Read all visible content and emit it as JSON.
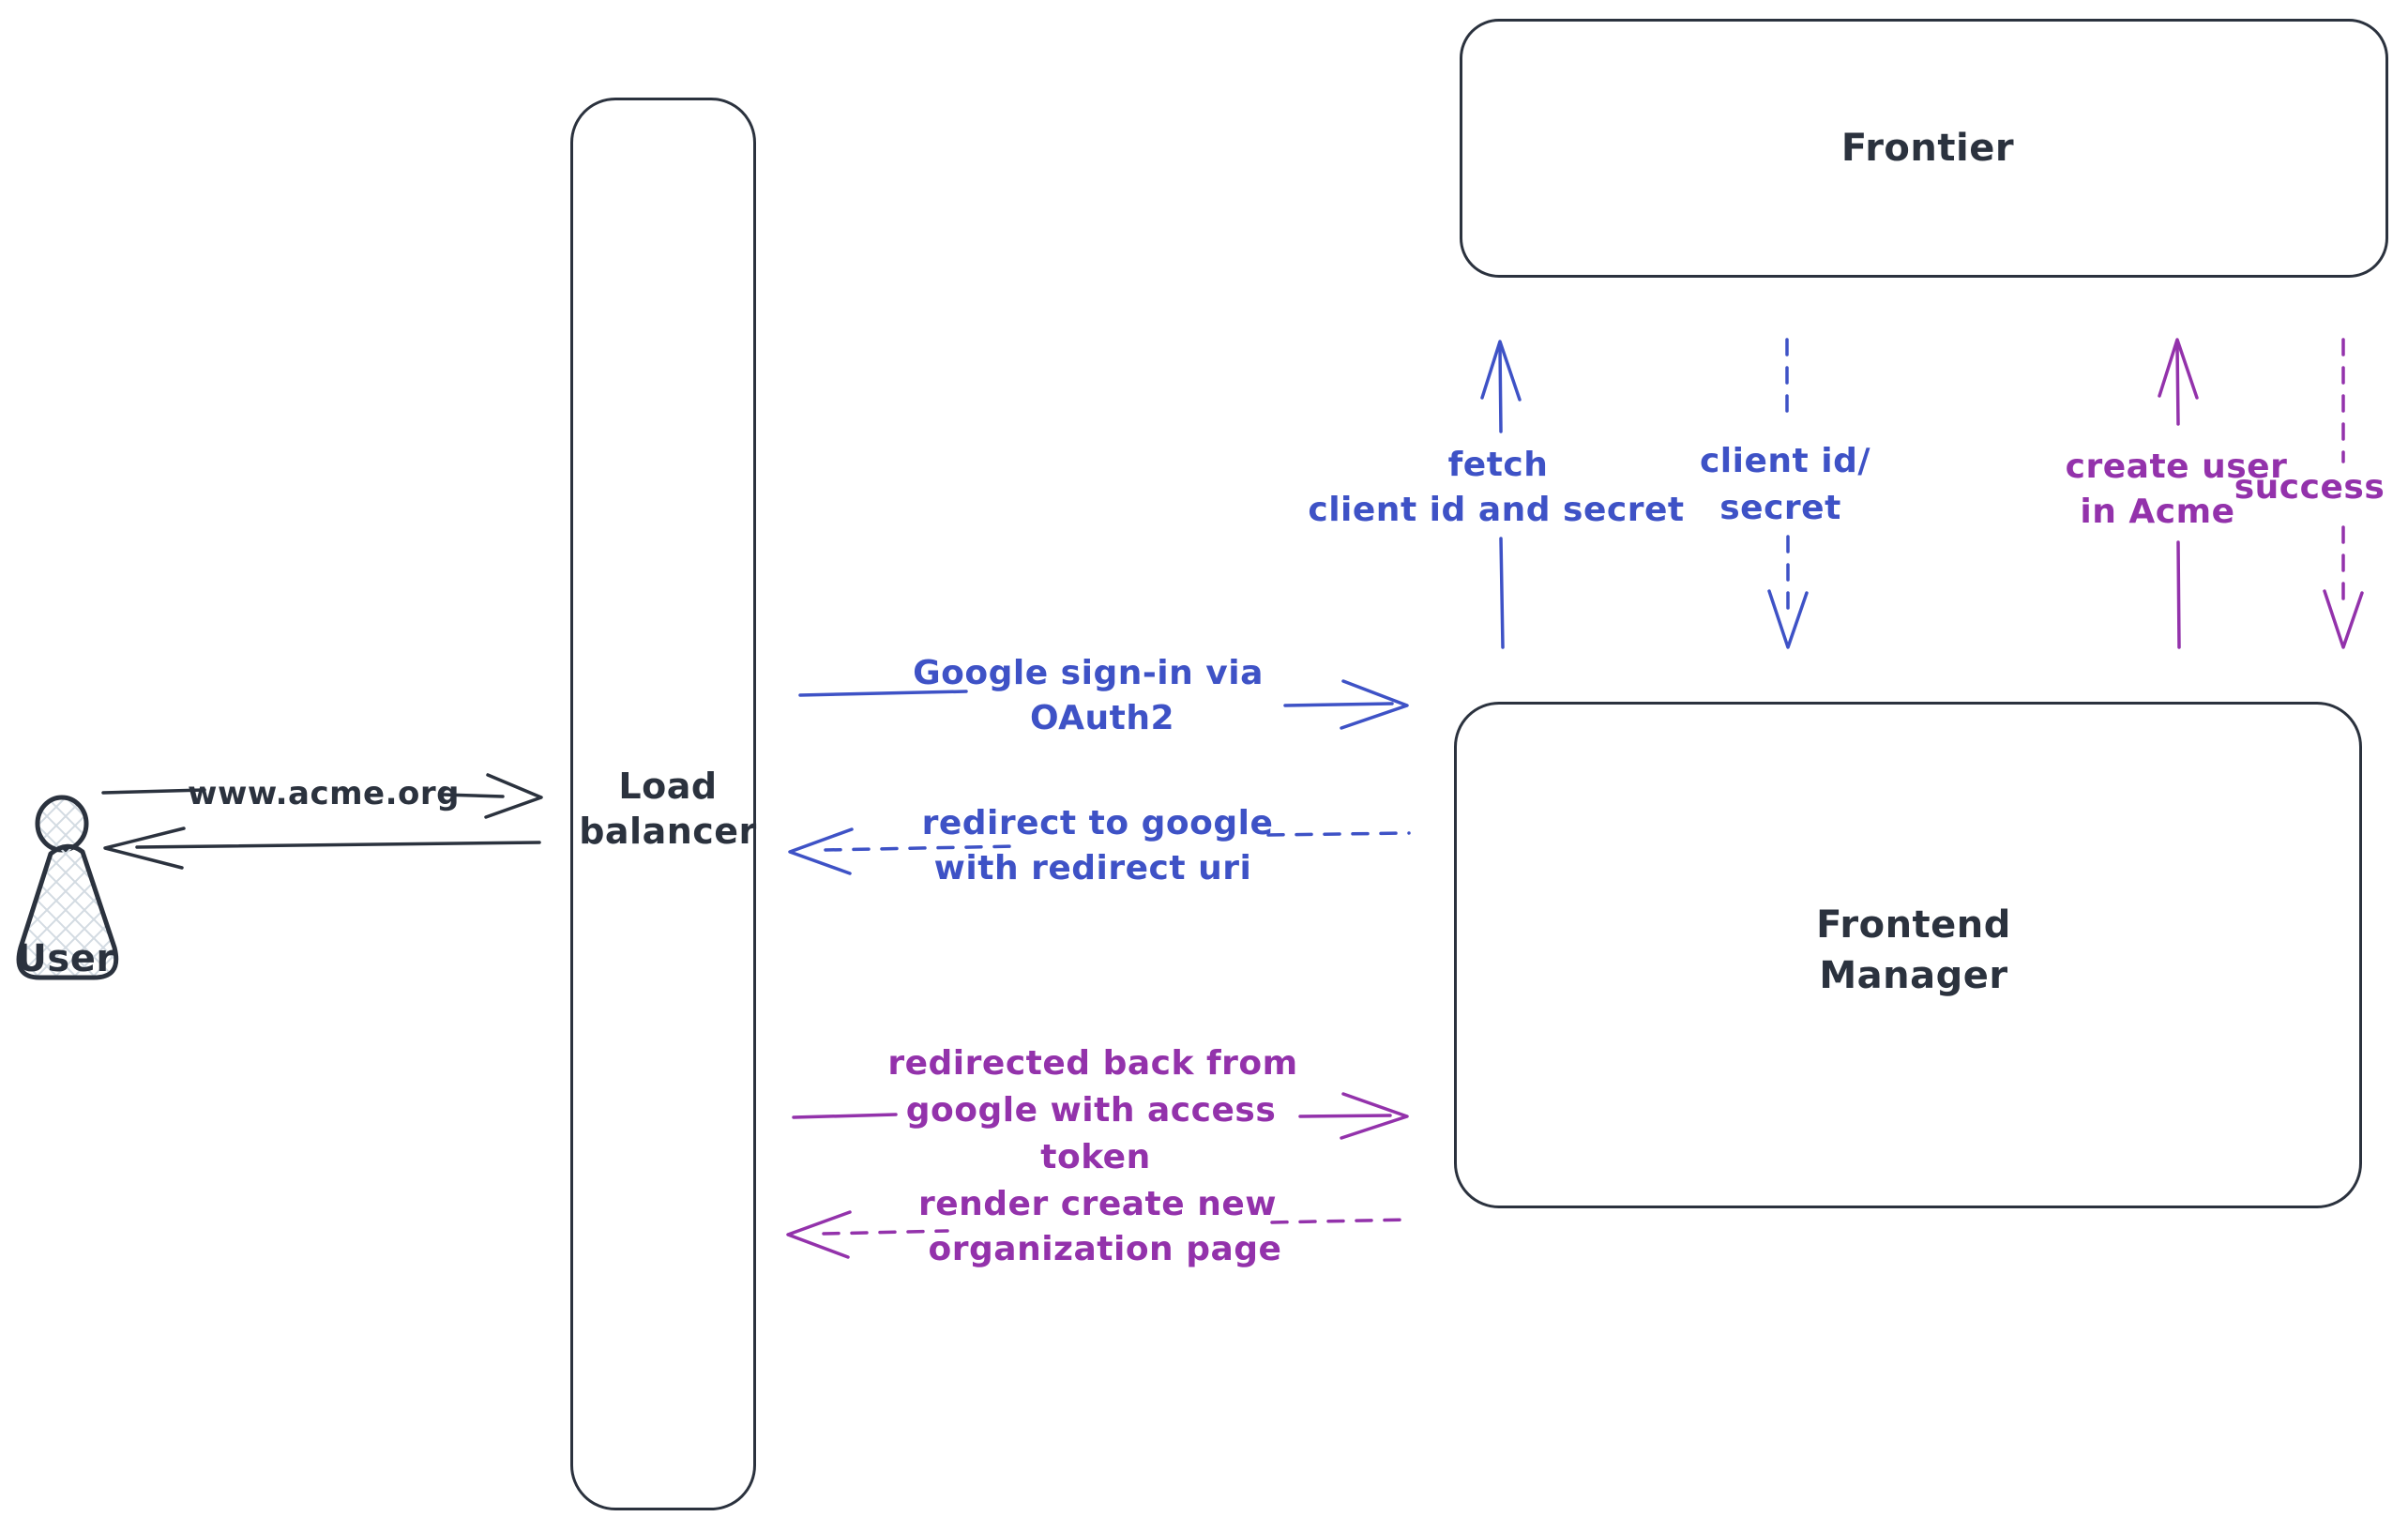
{
  "colors": {
    "ink": "#2b323e",
    "blue": "#3e52c6",
    "purple": "#9332ab",
    "hatch": "#d3dbe2",
    "background": "#ffffff"
  },
  "nodes": {
    "user": {
      "label": "User"
    },
    "load_balancer": {
      "lines": [
        "Load",
        "balancer"
      ]
    },
    "frontier": {
      "label": "Frontier"
    },
    "frontend_manager": {
      "lines": [
        "Frontend",
        "Manager"
      ]
    }
  },
  "edges": {
    "acme_request": {
      "label": "www.acme.org",
      "style": "solid",
      "direction": "right",
      "color": "ink"
    },
    "acme_response": {
      "style": "solid",
      "direction": "left",
      "color": "ink"
    },
    "google_signin": {
      "lines": [
        "Google sign-in via",
        "OAuth2"
      ],
      "style": "solid",
      "direction": "right",
      "color": "blue"
    },
    "redirect_google": {
      "lines": [
        "redirect to google",
        "with redirect uri"
      ],
      "style": "dashed",
      "direction": "left",
      "color": "blue"
    },
    "fetch_client_id": {
      "lines": [
        "fetch",
        "client id and secret"
      ],
      "style": "solid",
      "direction": "up",
      "color": "blue"
    },
    "client_id_secret": {
      "lines": [
        "client id/",
        "secret"
      ],
      "style": "dashed",
      "direction": "down",
      "color": "blue"
    },
    "create_user": {
      "lines": [
        "create user",
        "in Acme"
      ],
      "style": "solid",
      "direction": "up",
      "color": "purple"
    },
    "success": {
      "label": "success",
      "style": "dashed",
      "direction": "down",
      "color": "purple"
    },
    "redirected_back": {
      "lines": [
        "redirected back from",
        "google with access",
        "token"
      ],
      "style": "solid",
      "direction": "right",
      "color": "purple"
    },
    "render_org_page": {
      "lines": [
        "render create new",
        "organization page"
      ],
      "style": "dashed",
      "direction": "left",
      "color": "purple"
    }
  }
}
